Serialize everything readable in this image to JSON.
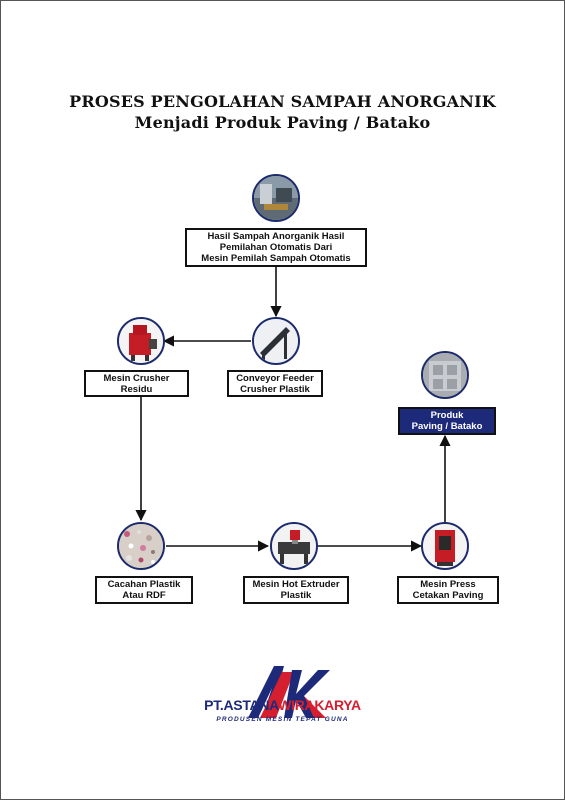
{
  "title": {
    "line1": "PROSES PENGOLAHAN SAMPAH ANORGANIK",
    "line2": "Menjadi Produk Paving / Batako"
  },
  "steps": {
    "hasil": "Hasil Sampah Anorganik Hasil\nPemilahan Otomatis Dari\nMesin Pemilah Sampah Otomatis",
    "conveyor": "Conveyor Feeder\nCrusher Plastik",
    "crusher": "Mesin Crusher\nResidu",
    "cacahan": "Cacahan Plastik\nAtau RDF",
    "extruder": "Mesin Hot Extruder\nPlastik",
    "press": "Mesin Press\nCetakan Paving",
    "produk": "Produk\nPaving / Batako"
  },
  "company": {
    "logo_letters": "AK",
    "name_part1": "PT.ASTANA",
    "name_part2": "WIRAKARYA",
    "tagline": "PRODUSEN MESIN TEPAT GUNA"
  },
  "colors": {
    "navy": "#1d2a7a",
    "red": "#d51f2f",
    "line": "#111111"
  }
}
